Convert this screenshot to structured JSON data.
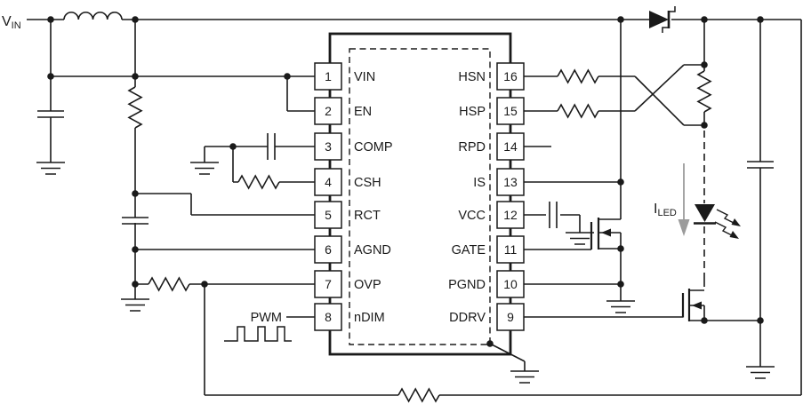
{
  "schematic": {
    "kind": "led-driver-typical-application-circuit",
    "input_label": {
      "main": "V",
      "sub": "IN"
    },
    "pwm_label": "PWM",
    "led_current_label": {
      "main": "I",
      "sub": "LED"
    },
    "ic": {
      "left_pins": [
        {
          "num": "1",
          "name": "VIN"
        },
        {
          "num": "2",
          "name": "EN"
        },
        {
          "num": "3",
          "name": "COMP"
        },
        {
          "num": "4",
          "name": "CSH"
        },
        {
          "num": "5",
          "name": "RCT"
        },
        {
          "num": "6",
          "name": "AGND"
        },
        {
          "num": "7",
          "name": "OVP"
        },
        {
          "num": "8",
          "name": "nDIM"
        }
      ],
      "right_pins": [
        {
          "num": "16",
          "name": "HSN"
        },
        {
          "num": "15",
          "name": "HSP"
        },
        {
          "num": "14",
          "name": "RPD"
        },
        {
          "num": "13",
          "name": "IS"
        },
        {
          "num": "12",
          "name": "VCC"
        },
        {
          "num": "11",
          "name": "GATE"
        },
        {
          "num": "10",
          "name": "PGND"
        },
        {
          "num": "9",
          "name": "DDRV"
        }
      ]
    },
    "colors": {
      "line": "#1a1a1a",
      "led_arrow_gray": "#9b9b9b",
      "background": "#ffffff"
    }
  }
}
